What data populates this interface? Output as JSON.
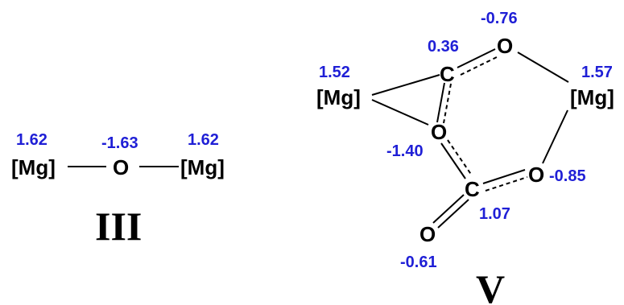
{
  "colors": {
    "charge": "#1f1fd6",
    "atom": "#000000"
  },
  "structure_III": {
    "label": "III",
    "atoms": {
      "mg_left": "[Mg]",
      "o": "O",
      "mg_right": "[Mg]"
    },
    "charges": {
      "mg_left": "1.62",
      "o": "-1.63",
      "mg_right": "1.62"
    }
  },
  "structure_V": {
    "label": "V",
    "atoms": {
      "mg_left": "[Mg]",
      "mg_right": "[Mg]",
      "c_top": "C",
      "c_bottom": "C",
      "o_top": "O",
      "o_mid": "O",
      "o_right": "O",
      "o_bottom": "O"
    },
    "charges": {
      "mg_left": "1.52",
      "mg_right": "1.57",
      "c_top": "0.36",
      "c_bottom": "1.07",
      "o_top": "-0.76",
      "o_mid": "-1.40",
      "o_right": "-0.85",
      "o_bottom": "-0.61"
    }
  }
}
